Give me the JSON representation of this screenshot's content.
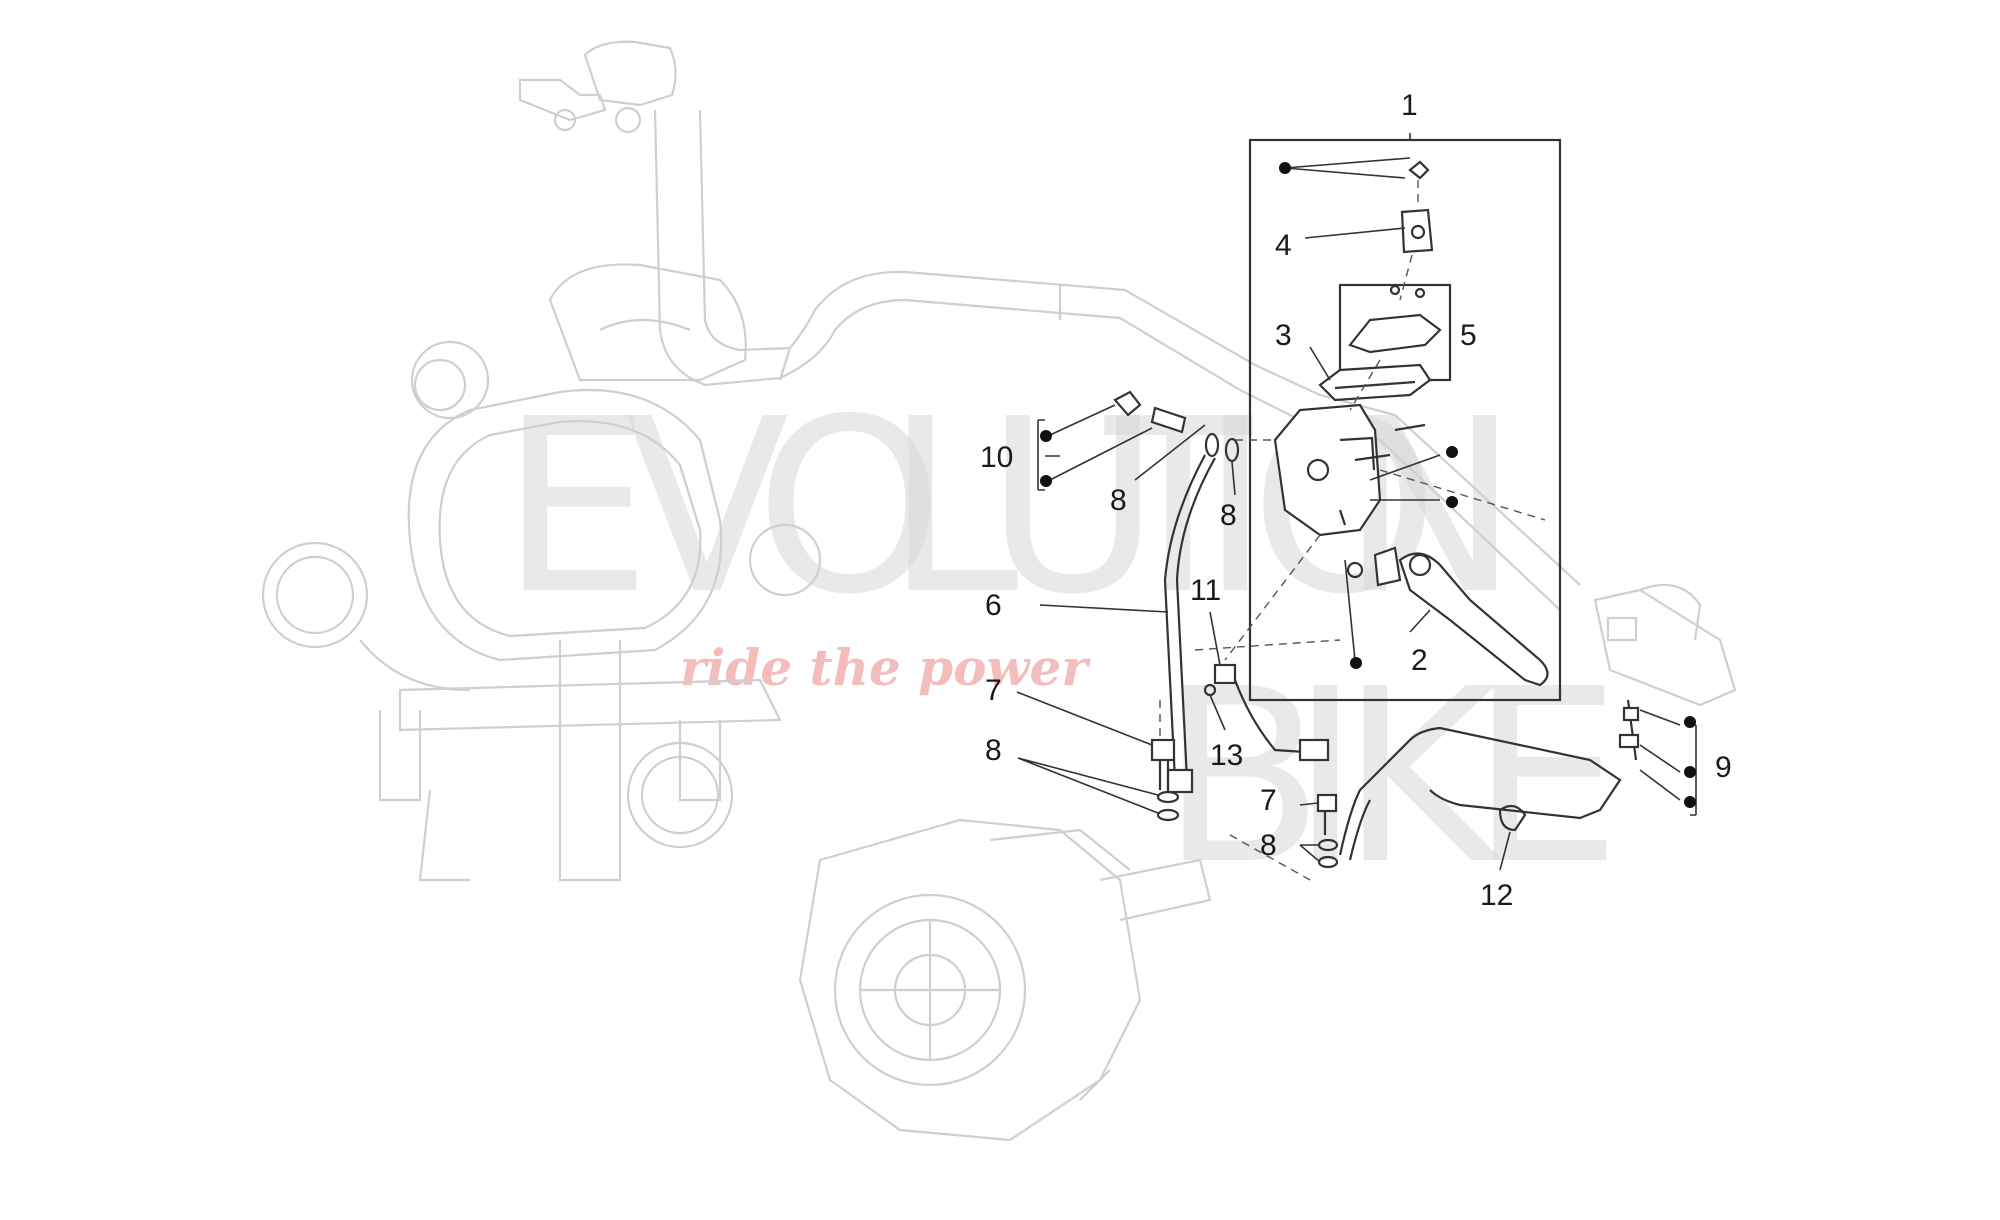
{
  "watermark": {
    "letters": [
      "E",
      "V",
      "O",
      "L",
      "U",
      "T",
      "I",
      "O",
      "N",
      "B",
      "I",
      "K",
      "E"
    ],
    "tagline": "ride the power"
  },
  "callouts": {
    "c1": "1",
    "c2": "2",
    "c3": "3",
    "c4": "4",
    "c5": "5",
    "c6": "6",
    "c7a": "7",
    "c7b": "7",
    "c8a": "8",
    "c8b": "8",
    "c8c": "8",
    "c8d": "8",
    "c9": "9",
    "c10": "10",
    "c11": "11",
    "c12": "12",
    "c13": "13"
  }
}
